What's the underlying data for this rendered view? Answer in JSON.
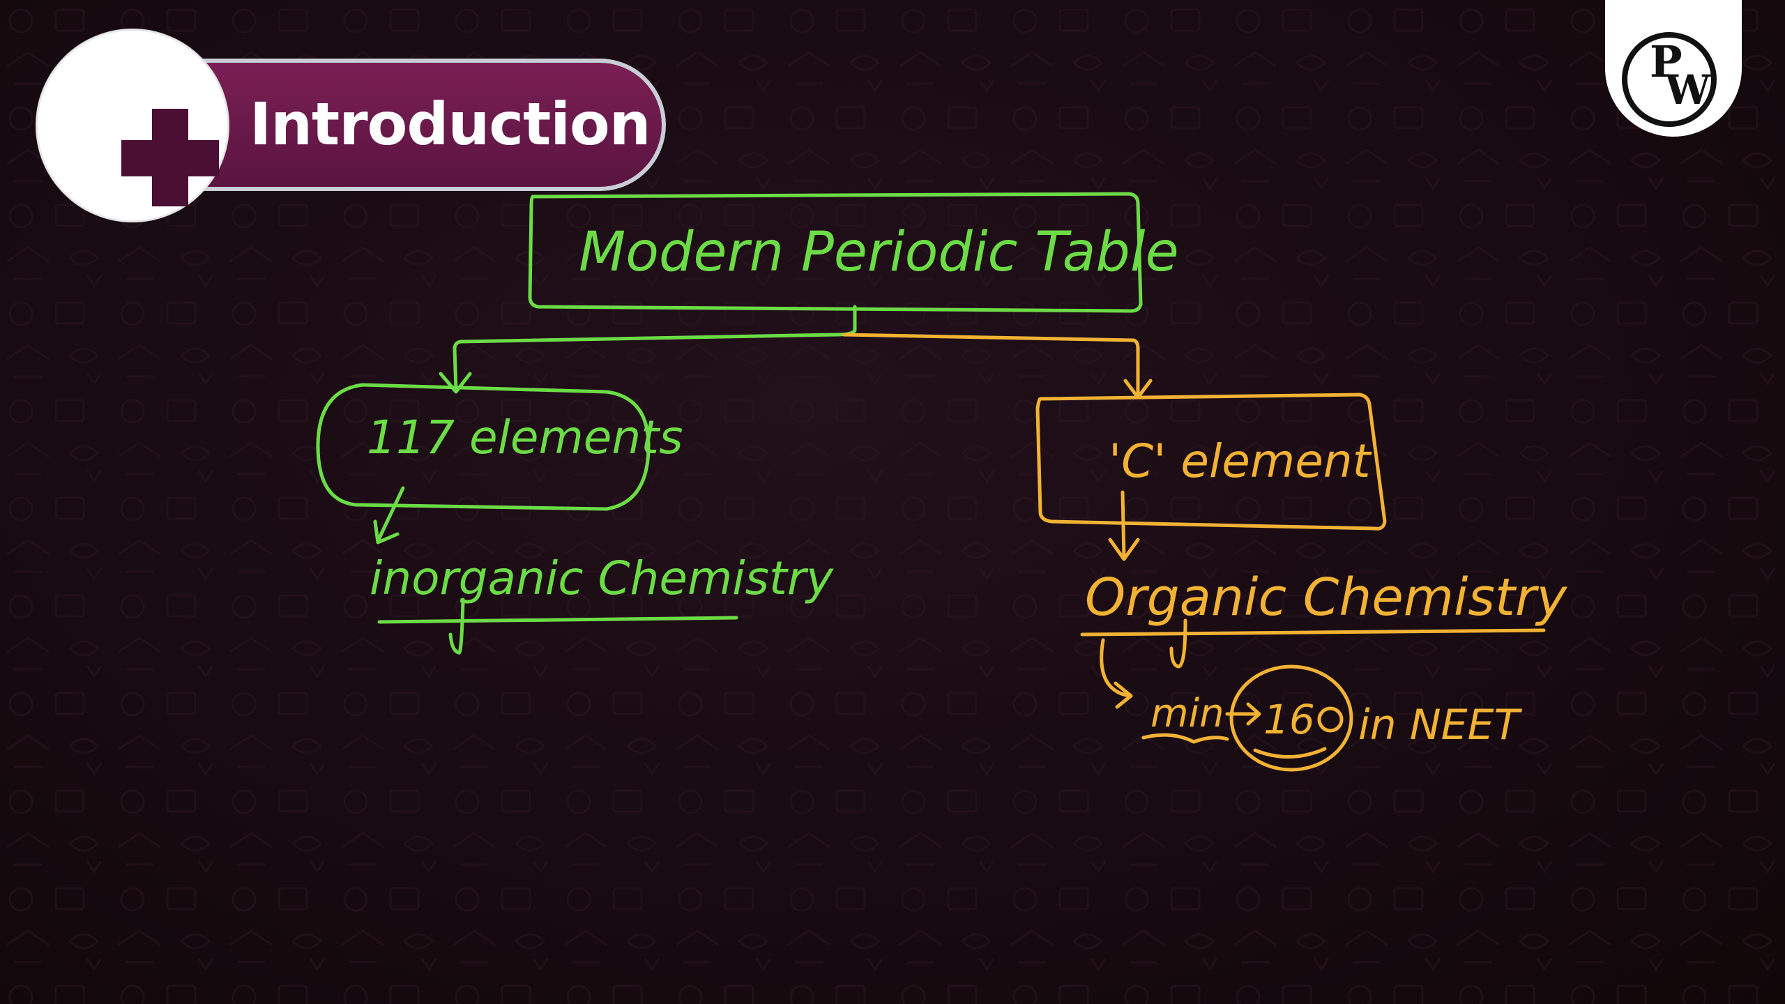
{
  "header": {
    "section_title": "Introduction",
    "plus_icon": "plus-icon"
  },
  "logo": {
    "icon": "pw-logo",
    "letter_top": "P",
    "letter_bottom": "W"
  },
  "colors": {
    "background": "#150a10",
    "green_ink": "#6cdc46",
    "orange_ink": "#f2b233",
    "badge": "#6a1a4a"
  },
  "diagram": {
    "root": "Modern Periodic Table",
    "left_branch": {
      "box": "117 elements",
      "leads_to": "inorganic Chemistry"
    },
    "right_branch": {
      "box": "'C' element",
      "leads_to": "Organic Chemistry",
      "note_prefix": "min",
      "note_count": "16",
      "note_q": "Q",
      "note_suffix": "in NEET"
    }
  }
}
